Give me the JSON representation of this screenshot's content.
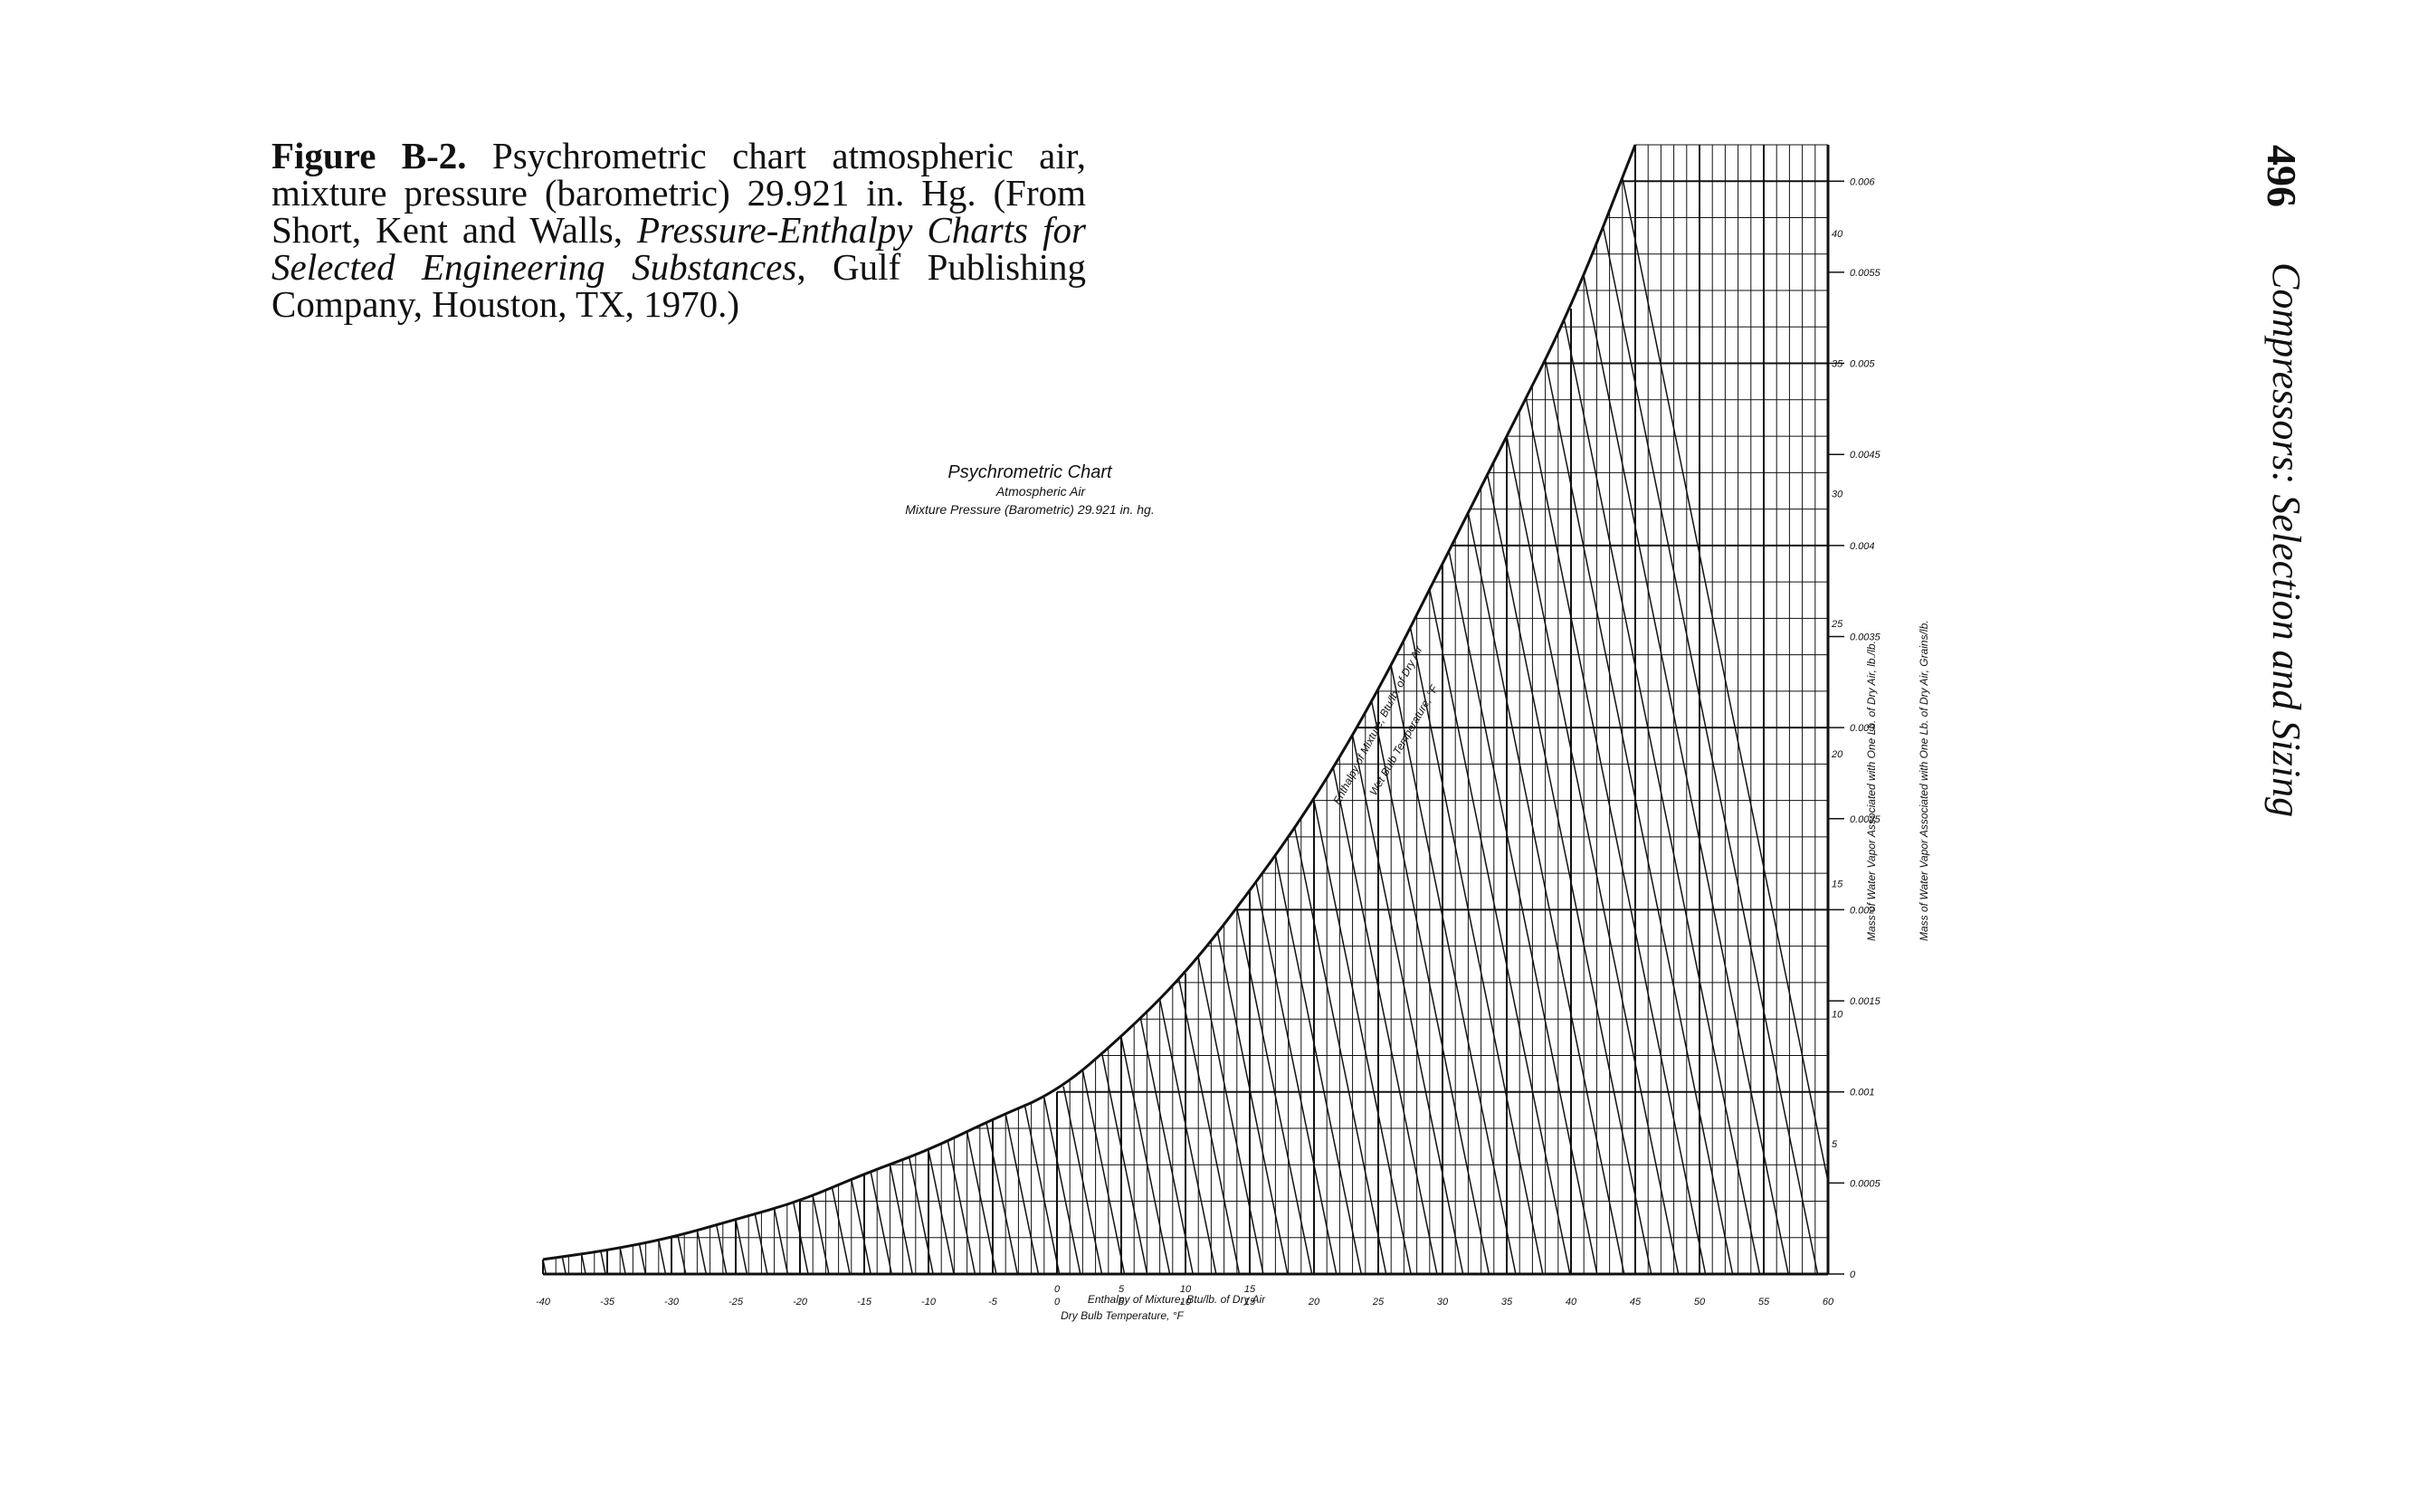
{
  "page": {
    "page_number": "496",
    "running_head": "Compressors: Selection and Sizing"
  },
  "caption": {
    "lead": "Figure B-2.",
    "text_1": "Psychrometric chart atmospheric air, mixture pressure (barometric) 29.921 in. Hg. (From Short, Kent and Walls,",
    "italic_source": "Pressure-Enthalpy Charts for Selected Engineering Substances",
    "text_2": ", Gulf Publishing Company, Houston, TX, 1970.)"
  },
  "chart_data": {
    "type": "line",
    "title": "Psychrometric Chart",
    "subtitle_1": "Atmospheric Air",
    "subtitle_2": "Mixture Pressure (Barometric) 29.921 in. hg.",
    "xlabel": "Dry Bulb Temperature, °F",
    "xlabel_enthalpy": "Enthalpy of Mixture, Btu/lb. of Dry Air",
    "ylabel": "Mass of Water Vapor Associated with One Lb. of Dry Air, lb./lb.",
    "ylabel_grains": "Mass of Water Vapor Associated with One Lb. of Dry Air, Grains/lb.",
    "saturation_label": "Enthalpy of Mixture, Btu/lb. of Dry Air",
    "saturation_sublabel": "Wet Bulb Temperature, °F",
    "x_ticks": [
      "-40",
      "-35",
      "-30",
      "-25",
      "-20",
      "-15",
      "-10",
      "-5",
      "0",
      "5",
      "10",
      "15",
      "20",
      "25",
      "30",
      "35",
      "40",
      "45",
      "50",
      "55",
      "60"
    ],
    "enthalpy_ticks": [
      "0",
      "5",
      "10",
      "15"
    ],
    "y_ticks": [
      "0",
      "0.0005",
      "0.001",
      "0.0015",
      "0.002",
      "0.0025",
      "0.003",
      "0.0035",
      "0.004",
      "0.0045",
      "0.005",
      "0.0055",
      "0.006"
    ],
    "y_ticks_grains": [
      "5",
      "10",
      "15",
      "20",
      "25",
      "30",
      "35",
      "40"
    ],
    "xlim": [
      -40,
      60
    ],
    "ylim": [
      0,
      0.0062
    ],
    "saturation_curve": {
      "x": [
        -40,
        -35,
        -30,
        -25,
        -20,
        -15,
        -10,
        -5,
        0,
        5,
        10,
        15,
        20,
        25,
        30,
        35,
        40,
        45
      ],
      "y": [
        8e-05,
        0.00013,
        0.0002,
        0.0003,
        0.0004,
        0.00055,
        0.00068,
        0.00085,
        0.001,
        0.0013,
        0.00165,
        0.0021,
        0.0026,
        0.0032,
        0.0039,
        0.0046,
        0.0053,
        0.0062
      ]
    },
    "grid": true
  }
}
